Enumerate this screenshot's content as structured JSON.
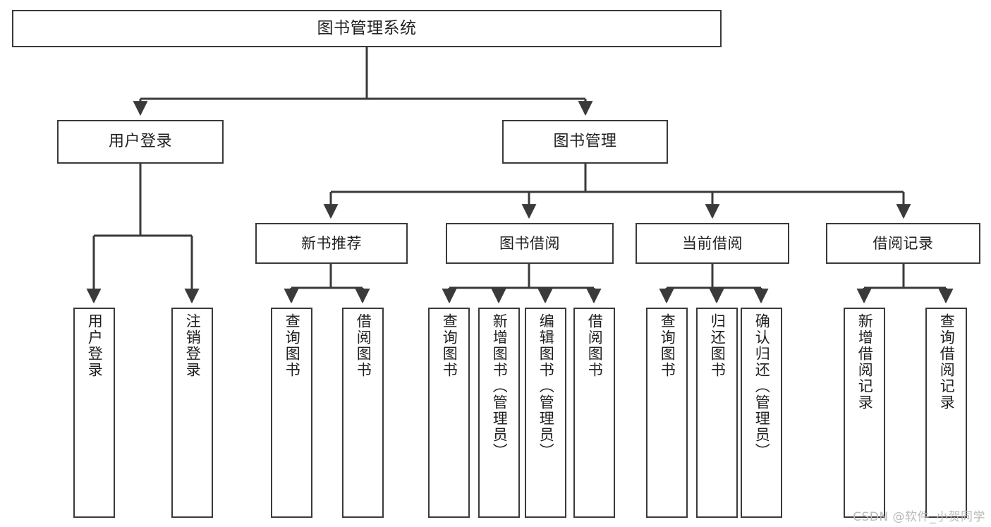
{
  "diagram": {
    "title": "图书管理系统",
    "type": "tree-hierarchy",
    "watermark": "CSDN @软件_小贺同学",
    "colors": {
      "box_border": "#3a3a3a",
      "box_fill": "#ffffff",
      "connector": "#3a3a3a",
      "text": "#1f1f1f",
      "watermark": "#b9b9b9",
      "background": "#ffffff"
    }
  },
  "root": {
    "label": "图书管理系统"
  },
  "level1": [
    {
      "label": "用户登录"
    },
    {
      "label": "图书管理"
    }
  ],
  "level2": [
    {
      "label": "新书推荐"
    },
    {
      "label": "图书借阅"
    },
    {
      "label": "当前借阅"
    },
    {
      "label": "借阅记录"
    }
  ],
  "leaves": {
    "user_login": [
      {
        "label": "用户登录"
      },
      {
        "label": "注销登录"
      }
    ],
    "new_book_recommend": [
      {
        "label": "查询图书"
      },
      {
        "label": "借阅图书"
      }
    ],
    "book_borrow": [
      {
        "label": "查询图书"
      },
      {
        "label": "新增图书（管理员）"
      },
      {
        "label": "编辑图书（管理员）"
      },
      {
        "label": "借阅图书"
      }
    ],
    "current_borrow": [
      {
        "label": "查询图书"
      },
      {
        "label": "归还图书"
      },
      {
        "label": "确认归还（管理员）"
      }
    ],
    "borrow_record": [
      {
        "label": "新增借阅记录"
      },
      {
        "label": "查询借阅记录"
      }
    ]
  }
}
